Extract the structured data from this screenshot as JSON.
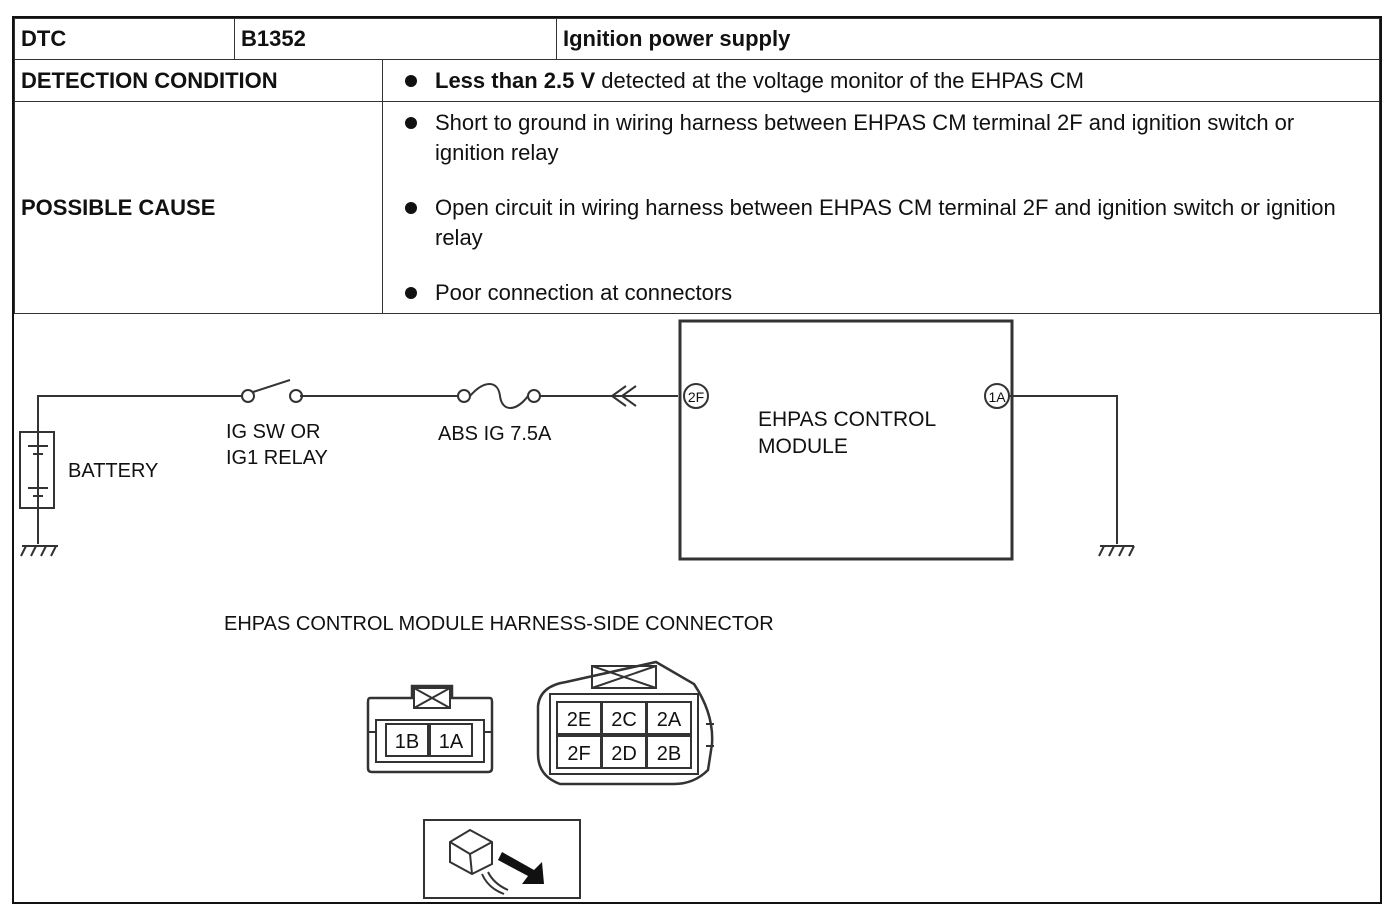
{
  "table": {
    "dtc_label": "DTC",
    "dtc_code": "B1352",
    "dtc_description": "Ignition power supply",
    "detection_label": "DETECTION CONDITION",
    "detection_bold": "Less than 2.5 V",
    "detection_rest": " detected at the voltage monitor of the EHPAS CM",
    "cause_label": "POSSIBLE CAUSE",
    "causes": [
      "Short to ground in wiring harness between EHPAS CM terminal 2F and ignition switch or ignition relay",
      "Open circuit in wiring harness between EHPAS CM terminal 2F and ignition switch or ignition relay",
      "Poor connection at connectors"
    ]
  },
  "diagram": {
    "battery_label": "BATTERY",
    "switch_label_1": "IG SW OR",
    "switch_label_2": "IG1 RELAY",
    "fuse_label": "ABS IG 7.5A",
    "module_label_1": "EHPAS CONTROL",
    "module_label_2": "MODULE",
    "pin_2f": "2F",
    "pin_1a": "1A",
    "connector_title": "EHPAS CONTROL MODULE HARNESS-SIDE CONNECTOR",
    "conn1_pins": [
      "1B",
      "1A"
    ],
    "conn2_pins_top": [
      "2E",
      "2C",
      "2A"
    ],
    "conn2_pins_bottom": [
      "2F",
      "2D",
      "2B"
    ]
  }
}
